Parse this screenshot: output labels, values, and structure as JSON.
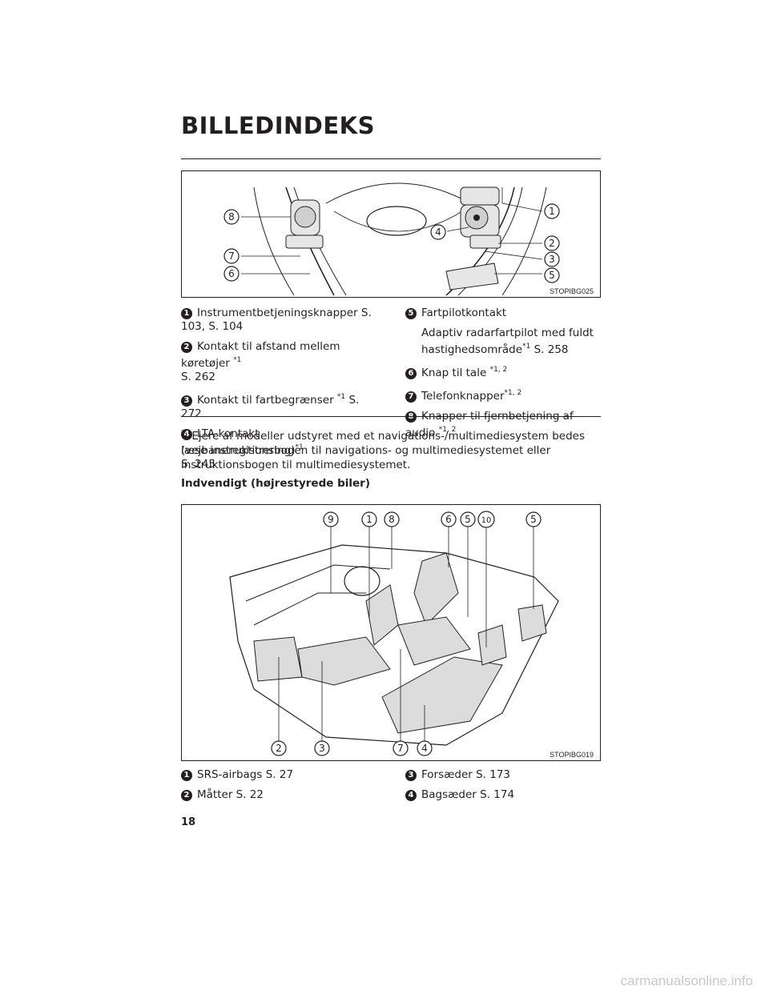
{
  "page": {
    "title": "BILLEDINDEKS",
    "page_number": "18",
    "watermark": "carmanualsonline.info"
  },
  "figure1": {
    "code": "STOPIBG025",
    "callouts": [
      "1",
      "2",
      "3",
      "4",
      "5",
      "6",
      "7",
      "8"
    ]
  },
  "legend1": {
    "left": [
      {
        "num": "1",
        "text": "Instrumentbetjeningsknapper S. 103, S. 104"
      },
      {
        "num": "2",
        "text": "Kontakt til afstand mellem køretøjer",
        "sup": "*1",
        "tail": "S. 262"
      },
      {
        "num": "3",
        "text": "Kontakt til fartbegrænser",
        "sup": "*1",
        "tail": "S. 272"
      },
      {
        "num": "4",
        "text": "LTA-kontakt (vejbaneregistrering)",
        "sup": "*1",
        "tail": "S. 245"
      }
    ],
    "right": [
      {
        "num": "5",
        "text": "Fartpilotkontakt"
      },
      {
        "num": "",
        "text": "Adaptiv radarfartpilot med fuldt hastighedsområde",
        "sup": "*1",
        "tail": "S. 258"
      },
      {
        "num": "6",
        "text": "Knap til tale",
        "sup": "*1, 2"
      },
      {
        "num": "7",
        "text": "Telefonknapper",
        "sup": "*1, 2"
      },
      {
        "num": "8",
        "text": "Knapper til fjernbetjening af audio",
        "sup": "*1, 2"
      }
    ]
  },
  "note": {
    "marker": "*",
    "text": ": Ejere af modeller udstyret med et navigations-/multimediesystem bedes læse instruktionsbogen til navigations- og multimediesystemet eller instruktionsbogen til multimediesystemet."
  },
  "subheading": "Indvendigt (højrestyrede biler)",
  "figure2": {
    "code": "STOPIBG019",
    "callouts": [
      "9",
      "1",
      "8",
      "6",
      "5",
      "10",
      "5",
      "2",
      "3",
      "7",
      "4"
    ]
  },
  "legend2": {
    "left": [
      {
        "num": "1",
        "text": "SRS-airbags S. 27"
      },
      {
        "num": "2",
        "text": "Måtter S. 22"
      }
    ],
    "right": [
      {
        "num": "3",
        "text": "Forsæder S. 173"
      },
      {
        "num": "4",
        "text": "Bagsæder S. 174"
      }
    ]
  }
}
